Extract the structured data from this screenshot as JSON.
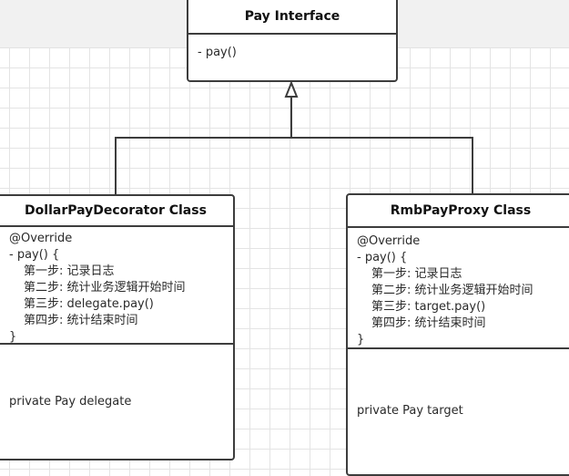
{
  "interface": {
    "title": "Pay Interface",
    "methods": [
      "- pay()"
    ]
  },
  "decorator": {
    "title": "DollarPayDecorator Class",
    "methods": [
      "@Override",
      "- pay() {",
      "第一步: 记录日志",
      "第二步: 统计业务逻辑开始时间",
      "第三步: delegate.pay()",
      "第四步: 统计结束时间",
      "}"
    ],
    "attributes": [
      "private Pay delegate"
    ]
  },
  "proxy": {
    "title": "RmbPayProxy Class",
    "methods": [
      "@Override",
      "- pay() {",
      "第一步: 记录日志",
      "第二步: 统计业务逻辑开始时间",
      "第三步: target.pay()",
      "第四步: 统计结束时间",
      "}"
    ],
    "attributes": [
      "private Pay target"
    ]
  },
  "colors": {
    "stroke": "#3d3d3d",
    "grid": "#e4e4e4",
    "background": "#ffffff"
  }
}
